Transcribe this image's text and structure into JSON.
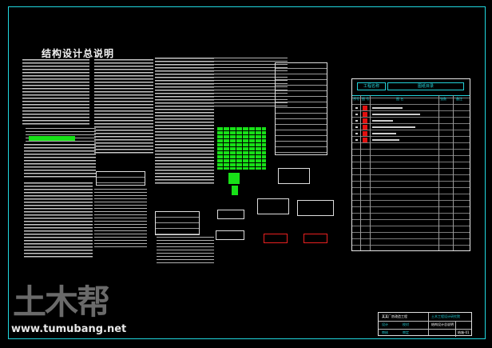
{
  "drawing": {
    "title": "结构设计总说明"
  },
  "index_table": {
    "header_cells": [
      "工程名称",
      "图纸目录"
    ],
    "col_headers": [
      "序号",
      "图 号",
      "图 名",
      "张数",
      "备注"
    ],
    "rows": 6
  },
  "title_block": {
    "project": "某某厂房改造工程",
    "company": "土木工程设计研究院",
    "drawing_name": "结构设计总说明",
    "labels": [
      "设计",
      "校对",
      "审核",
      "审定"
    ],
    "sheet": "结施-01"
  },
  "watermark": {
    "logo": "土木帮",
    "url": "www.tumubang.net"
  },
  "colors": {
    "frame": "#20d8e0",
    "highlight": "#18e018",
    "mark": "#e01010"
  }
}
